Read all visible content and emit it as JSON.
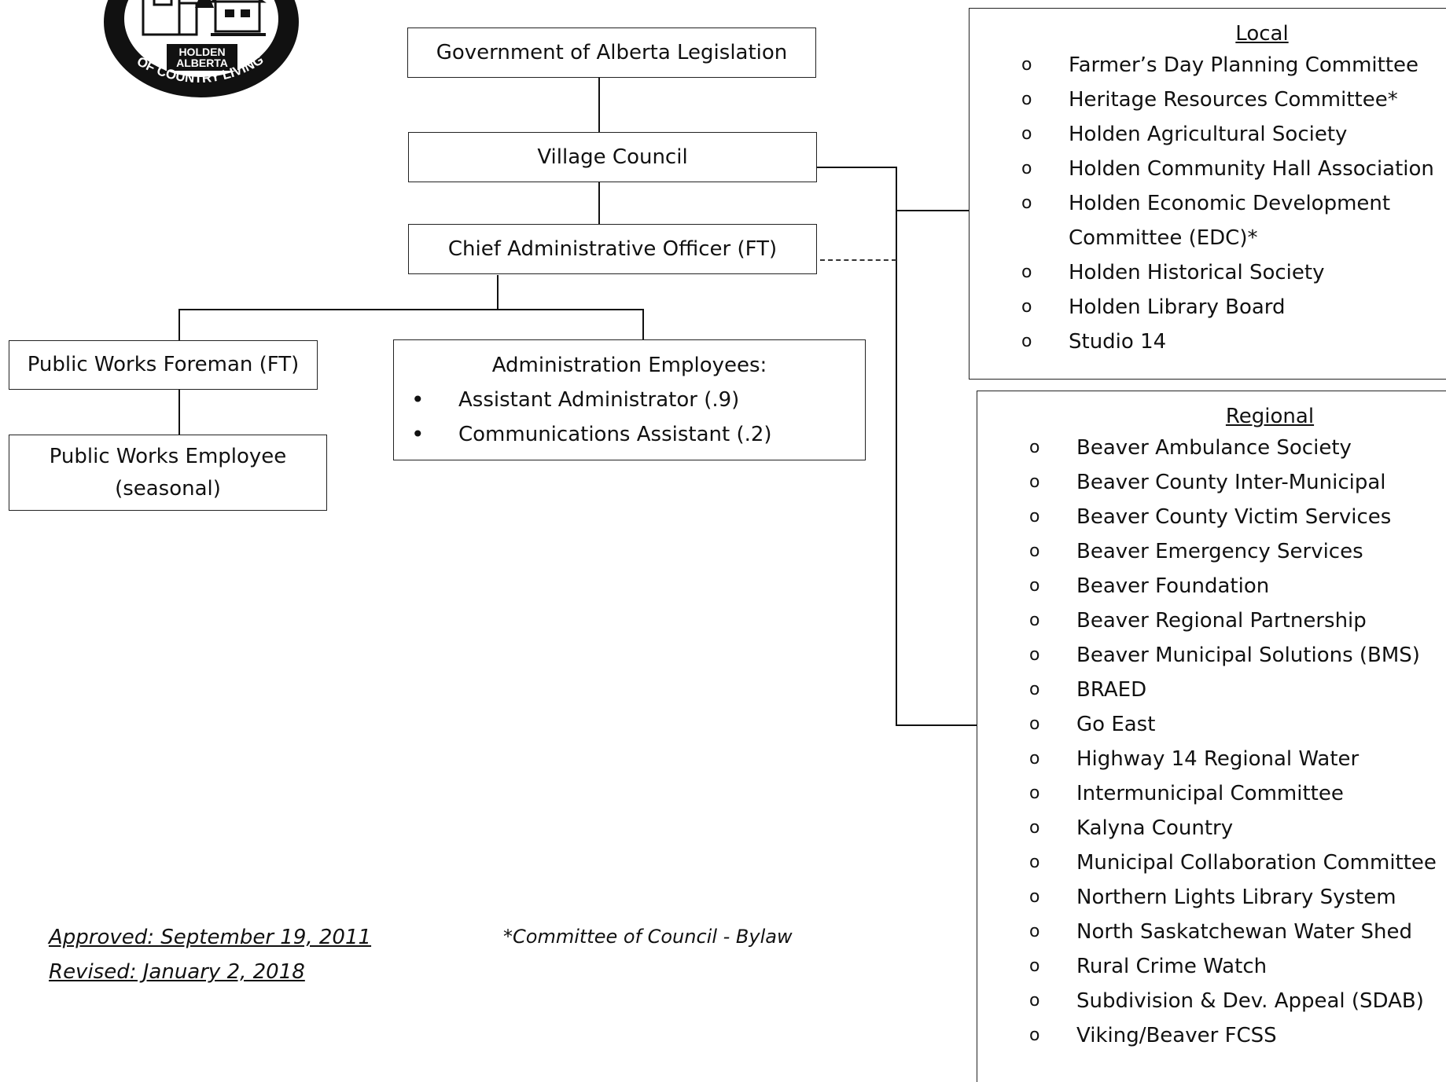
{
  "logo": {
    "line1": "HOLDEN",
    "line2": "ALBERTA",
    "arc": "OF COUNTRY LIVING"
  },
  "chart": {
    "government": "Government of Alberta Legislation",
    "council": "Village Council",
    "cao": "Chief Administrative Officer (FT)",
    "public_works_foreman": "Public Works Foreman (FT)",
    "public_works_employee_line1": "Public Works Employee",
    "public_works_employee_line2": "(seasonal)",
    "admin_title": "Administration Employees:",
    "admin_items": [
      "Assistant Administrator (.9)",
      "Communications Assistant (.2)"
    ]
  },
  "local": {
    "title": "Local",
    "items": [
      "Farmer’s Day Planning Committee",
      "Heritage Resources Committee*",
      "Holden Agricultural Society",
      "Holden Community Hall Association",
      "Holden Economic Development Committee (EDC)*",
      "Holden Historical Society",
      "Holden Library Board",
      "Studio 14"
    ]
  },
  "regional": {
    "title": "Regional",
    "items": [
      "Beaver Ambulance Society",
      "Beaver County Inter-Municipal",
      "Beaver County Victim Services",
      "Beaver Emergency Services",
      "Beaver Foundation",
      "Beaver Regional Partnership",
      "Beaver Municipal Solutions (BMS)",
      "BRAED",
      "Go East",
      "Highway 14 Regional Water",
      "Intermunicipal Committee",
      "Kalyna Country",
      "Municipal Collaboration Committee",
      "Northern Lights Library System",
      "North Saskatchewan Water Shed",
      "Rural Crime Watch",
      "Subdivision & Dev. Appeal (SDAB)",
      "Viking/Beaver FCSS"
    ]
  },
  "footer": {
    "approved": "Approved: September 19, 2011",
    "revised": "Revised: January 2, 2018",
    "committee_note": "*Committee of Council - Bylaw"
  },
  "markers": {
    "hollow": "o",
    "filled": "•"
  }
}
